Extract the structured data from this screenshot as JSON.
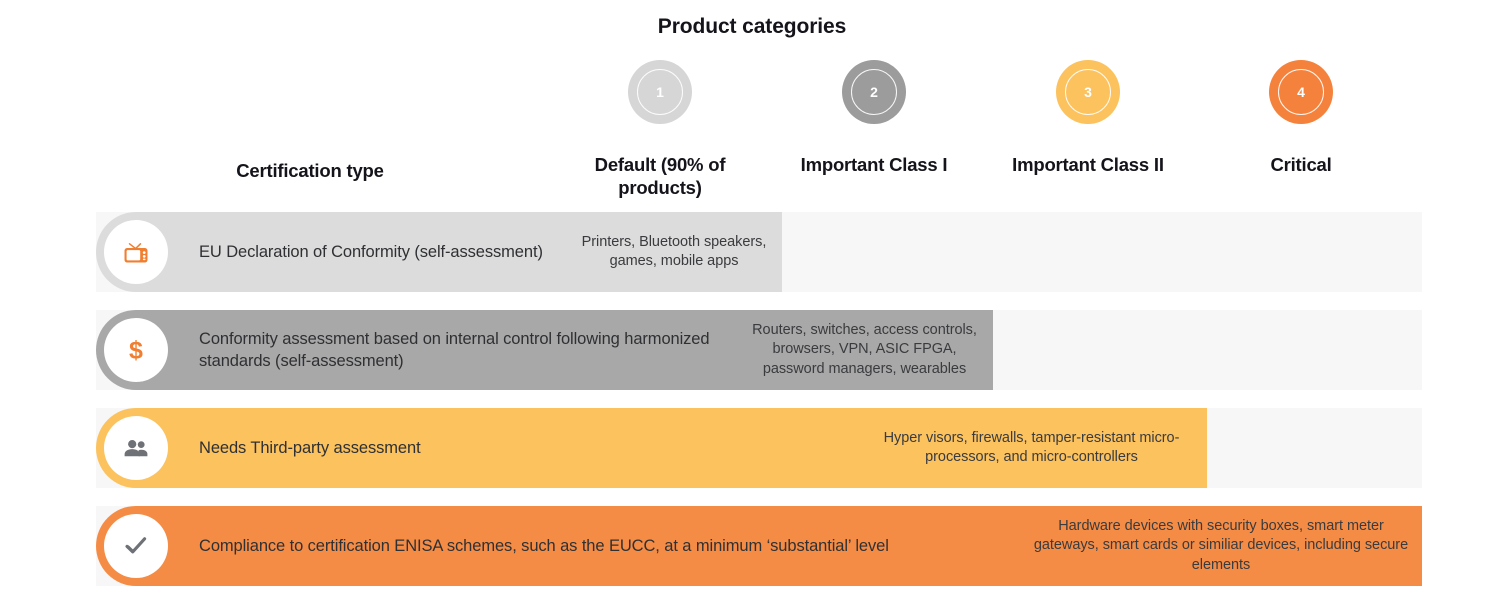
{
  "title": "Product categories",
  "certification_type_header": "Certification type",
  "colors": {
    "cat1": "#d6d6d6",
    "cat2": "#9c9c9c",
    "cat3": "#fbc25e",
    "cat4": "#f5823c",
    "row1_bar": "#dcdcdc",
    "row2_bar": "#a8a8a8",
    "row3_bar": "#fbc25e",
    "row4_bar": "#f58c45",
    "track": "#f7f7f7",
    "icon_orange": "#f07f32",
    "icon_gray": "#6e7175",
    "text_dark": "#14141a",
    "text_body": "#2f3033"
  },
  "categories": [
    {
      "number": "1",
      "label": "Default (90% of products)",
      "color_key": "cat1"
    },
    {
      "number": "2",
      "label": "Important Class I",
      "color_key": "cat2"
    },
    {
      "number": "3",
      "label": "Important Class II",
      "color_key": "cat3"
    },
    {
      "number": "4",
      "label": "Critical",
      "color_key": "cat4"
    }
  ],
  "rows": [
    {
      "icon": "retro-tv-icon",
      "label": "EU Declaration of Conformity (self-assessment)",
      "products": "Printers, Bluetooth speakers, games, mobile apps"
    },
    {
      "icon": "dollar-sign-icon",
      "label": "Conformity assessment based on internal control following harmonized standards (self-assessment)",
      "products": "Routers, switches, access controls, browsers, VPN, ASIC FPGA, password managers, wearables"
    },
    {
      "icon": "people-group-icon",
      "label": "Needs Third-party assessment",
      "products": "Hyper visors, firewalls, tamper-resistant micro-processors, and micro-controllers"
    },
    {
      "icon": "checkmark-icon",
      "label": "Compliance to certification ENISA schemes, such as the EUCC, at a minimum ‘substantial’ level",
      "products": "Hardware devices with security boxes, smart meter gateways, smart cards or similiar devices, including secure elements"
    }
  ]
}
